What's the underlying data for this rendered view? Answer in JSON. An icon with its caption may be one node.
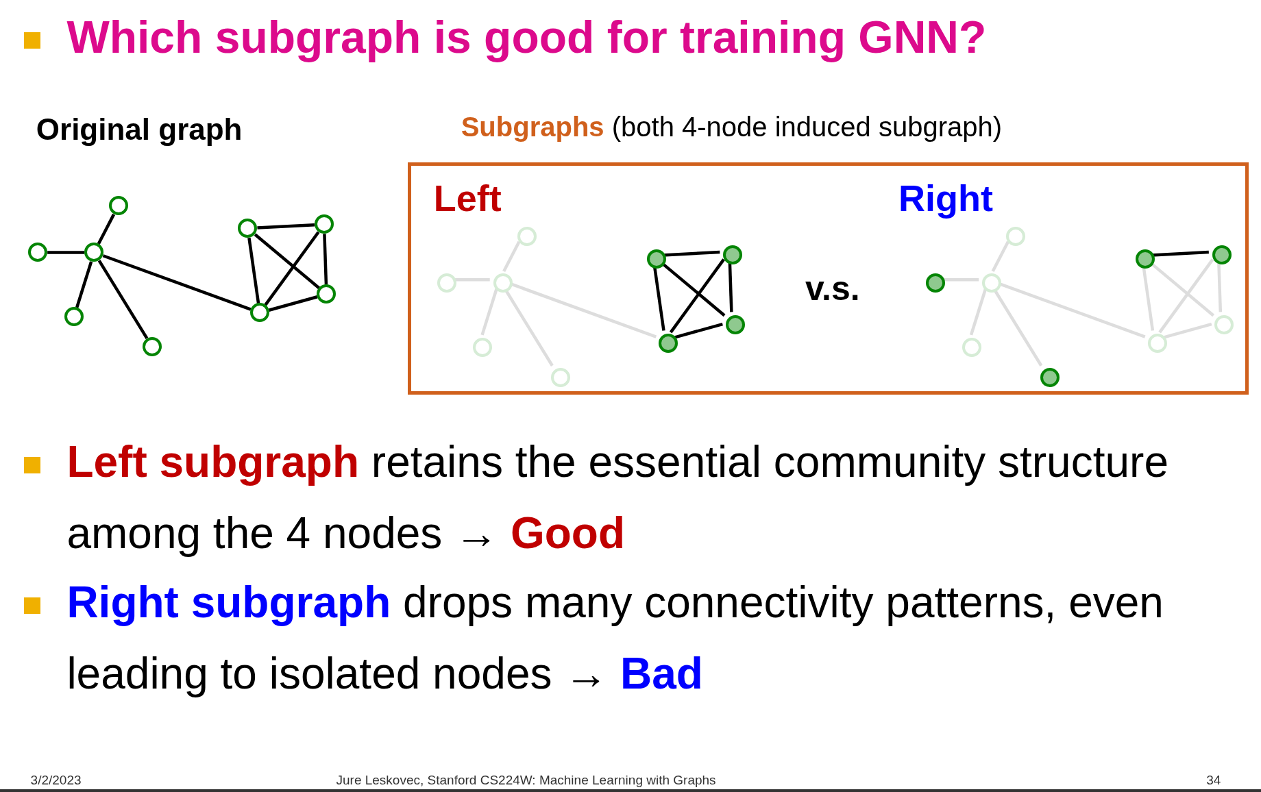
{
  "diagram": {
    "title": "Which subgraph is good for training GNN?",
    "nodes": [
      {
        "text": [],
        "shape": "circle"
      },
      {
        "text": [],
        "shape": "circle"
      },
      {
        "text": [],
        "shape": "circle"
      },
      {
        "text": [],
        "shape": "circle"
      },
      {
        "text": [],
        "shape": "circle"
      },
      {
        "text": [],
        "shape": "circle"
      },
      {
        "text": [],
        "shape": "circle"
      },
      {
        "text": [],
        "shape": "circle"
      },
      {
        "text": [],
        "shape": "circle"
      },
      {
        "text": [
          "**Subgraphs** (both 4-node induced subgraph)",
          "Left",
          "Right",
          "v.s."
        ]
      },
      {
        "text": [],
        "shape": "circle",
        "in": 9
      },
      {
        "text": [],
        "shape": "circle",
        "in": 9
      },
      {
        "text": [],
        "shape": "circle",
        "in": 9
      },
      {
        "text": [],
        "shape": "circle",
        "in": 9
      },
      {
        "text": [],
        "shape": "circle",
        "in": 9
      },
      {
        "text": [],
        "shape": "dot",
        "in": 9
      },
      {
        "text": [],
        "shape": "dot",
        "in": 9
      },
      {
        "text": [],
        "shape": "dot",
        "in": 9
      },
      {
        "text": [],
        "shape": "dot",
        "in": 9
      },
      {
        "text": [],
        "shape": "circle",
        "in": 9
      },
      {
        "text": [],
        "shape": "dot",
        "in": 9
      },
      {
        "text": [],
        "shape": "circle",
        "in": 9
      },
      {
        "text": [],
        "shape": "circle",
        "in": 9
      },
      {
        "text": [],
        "shape": "dot",
        "in": 9
      },
      {
        "text": [],
        "shape": "dot",
        "in": 9
      },
      {
        "text": [],
        "shape": "dot",
        "in": 9
      },
      {
        "text": [],
        "shape": "circle",
        "in": 9
      },
      {
        "text": [],
        "shape": "circle",
        "in": 9
      }
    ],
    "edges": [
      {
        "from": 2,
        "to": 0,
        "arrow": "none"
      },
      {
        "from": 1,
        "to": 2,
        "arrow": "none"
      },
      {
        "from": 2,
        "to": 3,
        "arrow": "none"
      },
      {
        "from": 2,
        "to": 4,
        "arrow": "none"
      },
      {
        "from": 2,
        "to": 8,
        "arrow": "none"
      },
      {
        "from": 5,
        "to": 6,
        "arrow": "none"
      },
      {
        "from": 5,
        "to": 8,
        "arrow": "none"
      },
      {
        "from": 5,
        "to": 7,
        "arrow": "none"
      },
      {
        "from": 6,
        "to": 7,
        "arrow": "none"
      },
      {
        "from": 6,
        "to": 8,
        "arrow": "none"
      },
      {
        "from": 7,
        "to": 8,
        "arrow": "none"
      },
      {
        "from": 12,
        "to": 10,
        "arrow": "none",
        "color": "#dddddd"
      },
      {
        "from": 11,
        "to": 12,
        "arrow": "none",
        "color": "#dddddd"
      },
      {
        "from": 12,
        "to": 13,
        "arrow": "none",
        "color": "#dddddd"
      },
      {
        "from": 12,
        "to": 14,
        "arrow": "none",
        "color": "#dddddd"
      },
      {
        "from": 12,
        "to": 18,
        "arrow": "none",
        "color": "#dddddd"
      },
      {
        "from": 15,
        "to": 16,
        "arrow": "none"
      },
      {
        "from": 15,
        "to": 18,
        "arrow": "none"
      },
      {
        "from": 15,
        "to": 17,
        "arrow": "none"
      },
      {
        "from": 16,
        "to": 17,
        "arrow": "none"
      },
      {
        "from": 16,
        "to": 18,
        "arrow": "none"
      },
      {
        "from": 17,
        "to": 18,
        "arrow": "none"
      },
      {
        "from": 21,
        "to": 19,
        "arrow": "none",
        "color": "#dddddd"
      },
      {
        "from": 20,
        "to": 21,
        "arrow": "none",
        "color": "#dddddd"
      },
      {
        "from": 21,
        "to": 22,
        "arrow": "none",
        "color": "#dddddd"
      },
      {
        "from": 21,
        "to": 23,
        "arrow": "none",
        "color": "#dddddd"
      },
      {
        "from": 21,
        "to": 27,
        "arrow": "none",
        "color": "#dddddd"
      },
      {
        "from": 24,
        "to": 25,
        "arrow": "none"
      },
      {
        "from": 24,
        "to": 27,
        "arrow": "none",
        "color": "#dddddd"
      },
      {
        "from": 24,
        "to": 26,
        "arrow": "none",
        "color": "#dddddd"
      },
      {
        "from": 25,
        "to": 26,
        "arrow": "none",
        "color": "#dddddd"
      },
      {
        "from": 25,
        "to": 27,
        "arrow": "none",
        "color": "#dddddd"
      },
      {
        "from": 26,
        "to": 27,
        "arrow": "none",
        "color": "#dddddd"
      }
    ],
    "labels": [
      "Original graph",
      "**Left subgraph** retains the essential community structure among the 4 nodes → **Good**",
      "**Right subgraph** drops many connectivity patterns, even leading to isolated nodes → **Bad**",
      "3/2/2023",
      "Jure Leskovec, Stanford CS224W: Machine Learning with Graphs",
      "34"
    ]
  }
}
